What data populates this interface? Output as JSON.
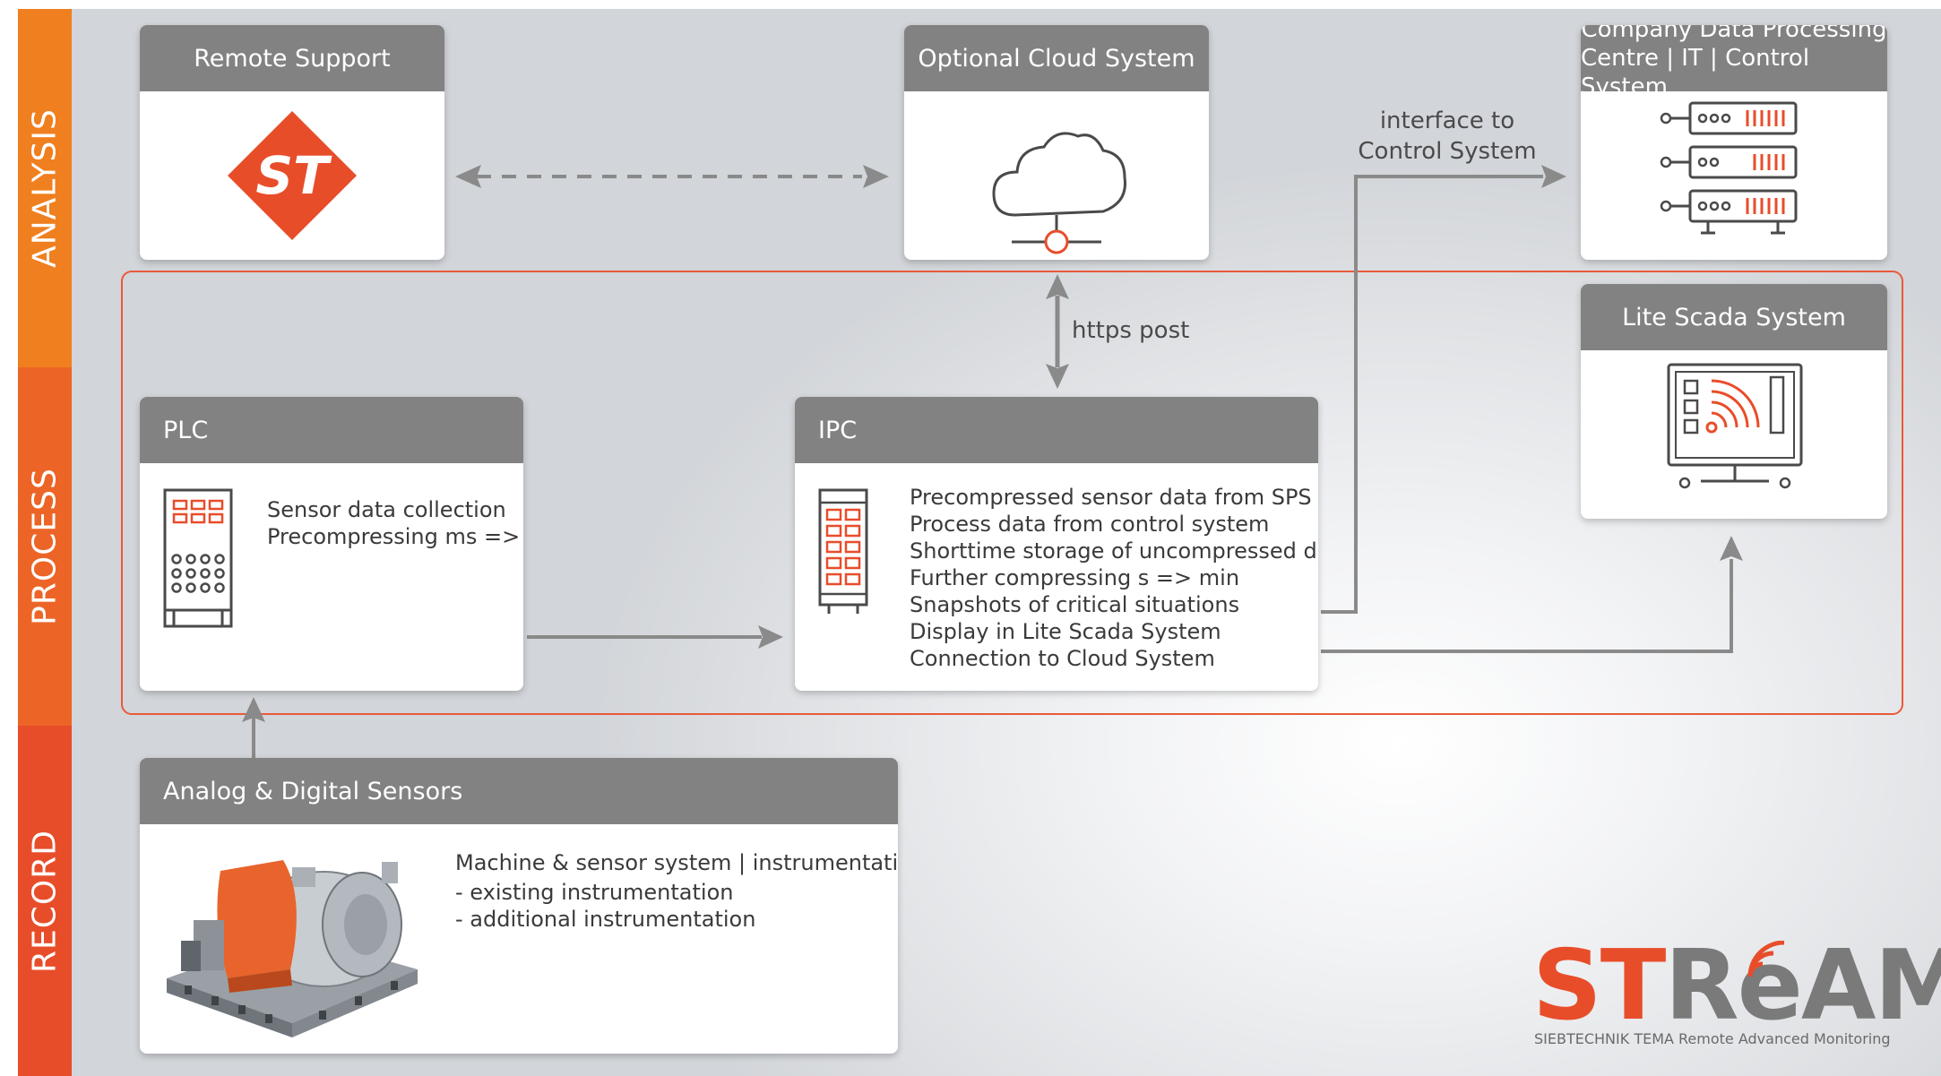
{
  "sidebar": {
    "sections": [
      {
        "label": "ANALYSIS",
        "color": "#f07f1f"
      },
      {
        "label": "PROCESS",
        "color": "#ec6527"
      },
      {
        "label": "RECORD",
        "color": "#e84d2a"
      }
    ]
  },
  "colors": {
    "accent": "#e84d2a",
    "header_gray": "#828282",
    "arrow_gray": "#8a8a8a"
  },
  "boxes": {
    "remote_support": {
      "title": "Remote Support",
      "icon": "siebtechnik-logo-icon",
      "logo_text": "ST"
    },
    "cloud": {
      "title": "Optional Cloud System",
      "icon": "cloud-network-icon"
    },
    "company": {
      "title_line1": "Company Data Processing",
      "title_line2": "Centre | IT | Control System",
      "icon": "server-rack-icon"
    },
    "scada": {
      "title": "Lite Scada System",
      "icon": "monitor-signal-icon"
    },
    "plc": {
      "title": "PLC",
      "icon": "plc-cabinet-icon",
      "lines": [
        "Sensor data collection",
        "Precompressing ms => s"
      ]
    },
    "ipc": {
      "title": "IPC",
      "icon": "ipc-cabinet-icon",
      "lines": [
        "Precompressed sensor data from SPS",
        "Process data from control system",
        "Shorttime storage of uncompressed data",
        "Further compressing s => min",
        "Snapshots of critical situations",
        "Display in Lite Scada System",
        "Connection to Cloud System"
      ]
    },
    "sensors": {
      "title": "Analog & Digital Sensors",
      "icon": "centrifuge-machine-icon",
      "lines": [
        "Machine & sensor system | instrumentation:",
        "- existing instrumentation",
        "- additional instrumentation"
      ]
    }
  },
  "arrows": {
    "https_label": "https post",
    "interface_line1": "interface to",
    "interface_line2": "Control System"
  },
  "branding": {
    "logo_st": "ST",
    "logo_re": "Re",
    "logo_am": "AM",
    "tagline": "SIEBTECHNIK TEMA Remote Advanced Monitoring"
  }
}
